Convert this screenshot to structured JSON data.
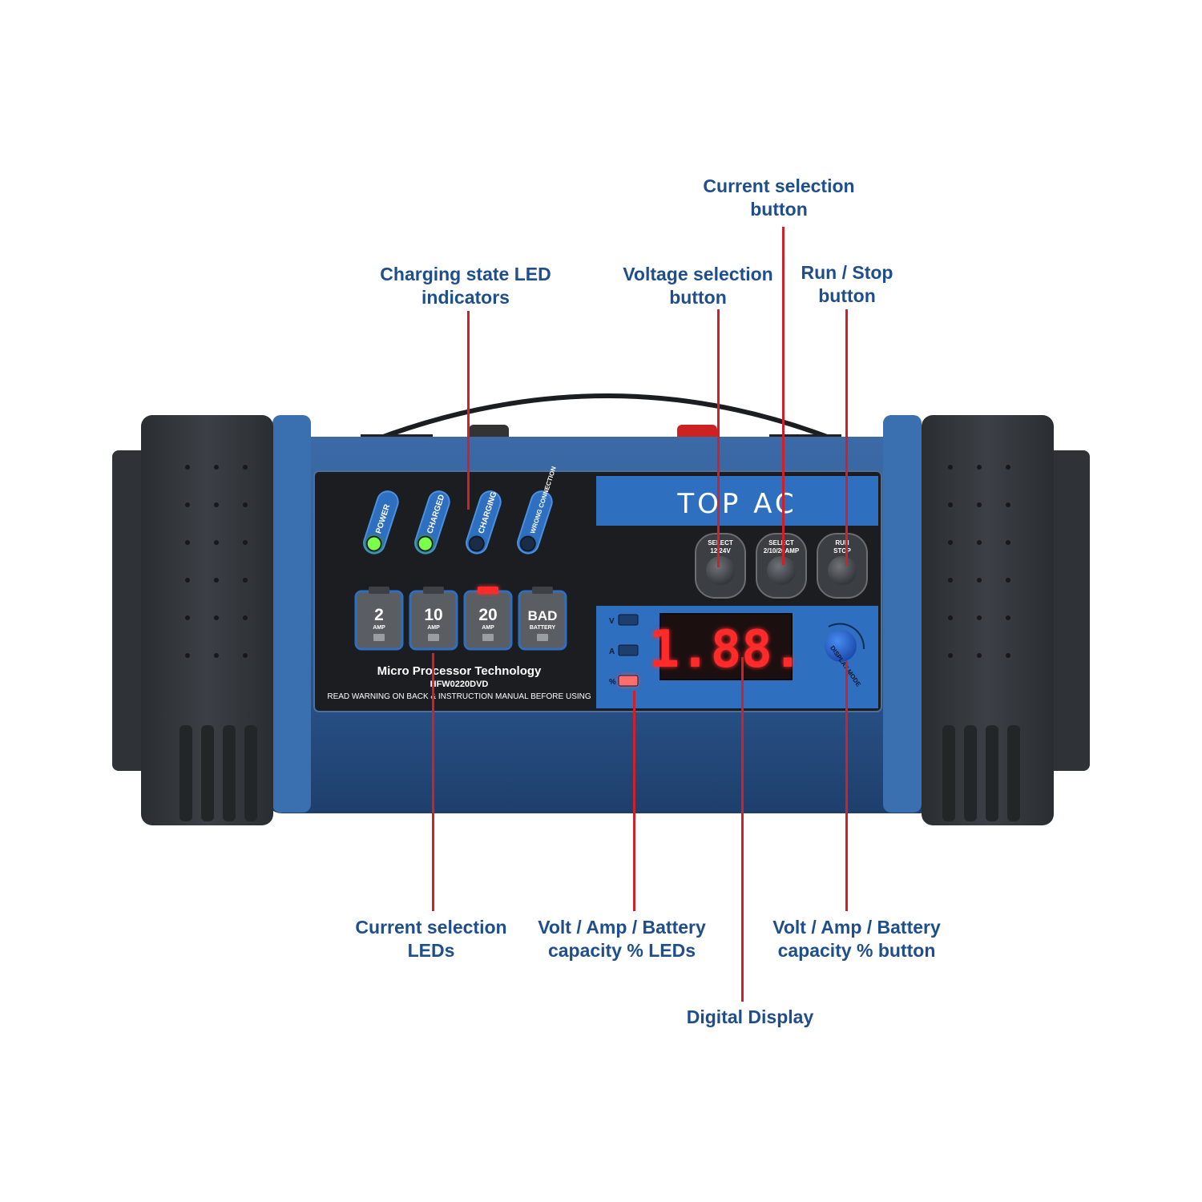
{
  "callouts": {
    "current_button": [
      "Current selection",
      "button"
    ],
    "charging_leds": [
      "Charging state LED",
      "indicators"
    ],
    "voltage_button": [
      "Voltage selection",
      "button"
    ],
    "run_stop_button": [
      "Run / Stop",
      "button"
    ],
    "current_leds": [
      "Current selection",
      "LEDs"
    ],
    "vab_leds": [
      "Volt / Amp / Battery",
      "capacity % LEDs"
    ],
    "vab_button": [
      "Volt / Amp / Battery",
      "capacity % button"
    ],
    "digital_display": [
      "Digital Display"
    ]
  },
  "device": {
    "brand": "TOP AC",
    "status_leds": [
      {
        "label": "POWER",
        "lit": true
      },
      {
        "label": "CHARGED",
        "lit": true
      },
      {
        "label": "CHARGING",
        "lit": false
      },
      {
        "label": "WRONG CONNECTION",
        "lit": false
      }
    ],
    "amp_keys": [
      {
        "value": "2",
        "unit": "AMP"
      },
      {
        "value": "10",
        "unit": "AMP"
      },
      {
        "value": "20",
        "unit": "AMP",
        "lit": true
      },
      {
        "value": "BAD",
        "unit": "BATTERY"
      }
    ],
    "tech_line": "Micro Processor Technology",
    "model": "HFW0220DVD",
    "warning": "READ WARNING ON BACK & INSTRUCTION MANUAL BEFORE USING",
    "buttons": [
      {
        "line1": "SELECT",
        "line2": "12/24V"
      },
      {
        "line1": "SELECT",
        "line2": "2/10/20AMP"
      },
      {
        "line1": "RUN",
        "line2": "STOP"
      }
    ],
    "indicator_labels": [
      "V",
      "A",
      "%"
    ],
    "display_value": "1.88.",
    "mode_label": "DISPLAY MODE",
    "colors": {
      "panel_blue": "#2f6fc0",
      "body_blue": "#2e5c96",
      "led_green": "#7bff4a",
      "led_red": "#ff2a2a",
      "callout": "#1f4e8c",
      "leader": "#d0202a"
    }
  }
}
